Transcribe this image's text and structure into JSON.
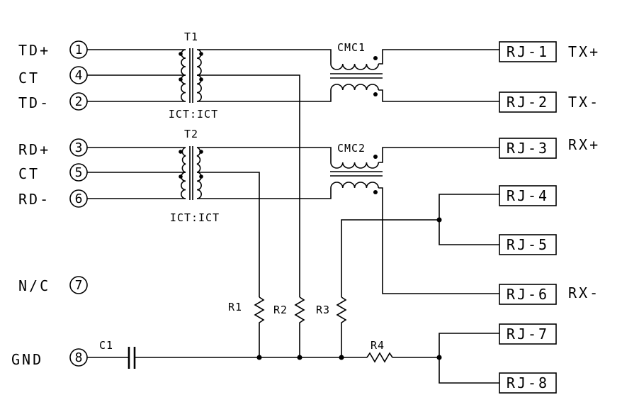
{
  "pins": [
    {
      "num": "1",
      "label": "TD+"
    },
    {
      "num": "4",
      "label": "CT"
    },
    {
      "num": "2",
      "label": "TD-"
    },
    {
      "num": "3",
      "label": "RD+"
    },
    {
      "num": "5",
      "label": "CT"
    },
    {
      "num": "6",
      "label": "RD-"
    },
    {
      "num": "7",
      "label": "N/C"
    },
    {
      "num": "8",
      "label": "GND"
    }
  ],
  "transformers": [
    {
      "name": "T1",
      "ratio": "ICT:ICT"
    },
    {
      "name": "T2",
      "ratio": "ICT:ICT"
    }
  ],
  "chokes": [
    "CMC1",
    "CMC2"
  ],
  "resistors": [
    "R1",
    "R2",
    "R3",
    "R4"
  ],
  "capacitor": "C1",
  "connectors": [
    "RJ-1",
    "RJ-2",
    "RJ-3",
    "RJ-4",
    "RJ-5",
    "RJ-6",
    "RJ-7",
    "RJ-8"
  ],
  "signal_labels": {
    "rj1": "TX+",
    "rj2": "TX-",
    "rj3": "RX+",
    "rj6": "RX-"
  }
}
